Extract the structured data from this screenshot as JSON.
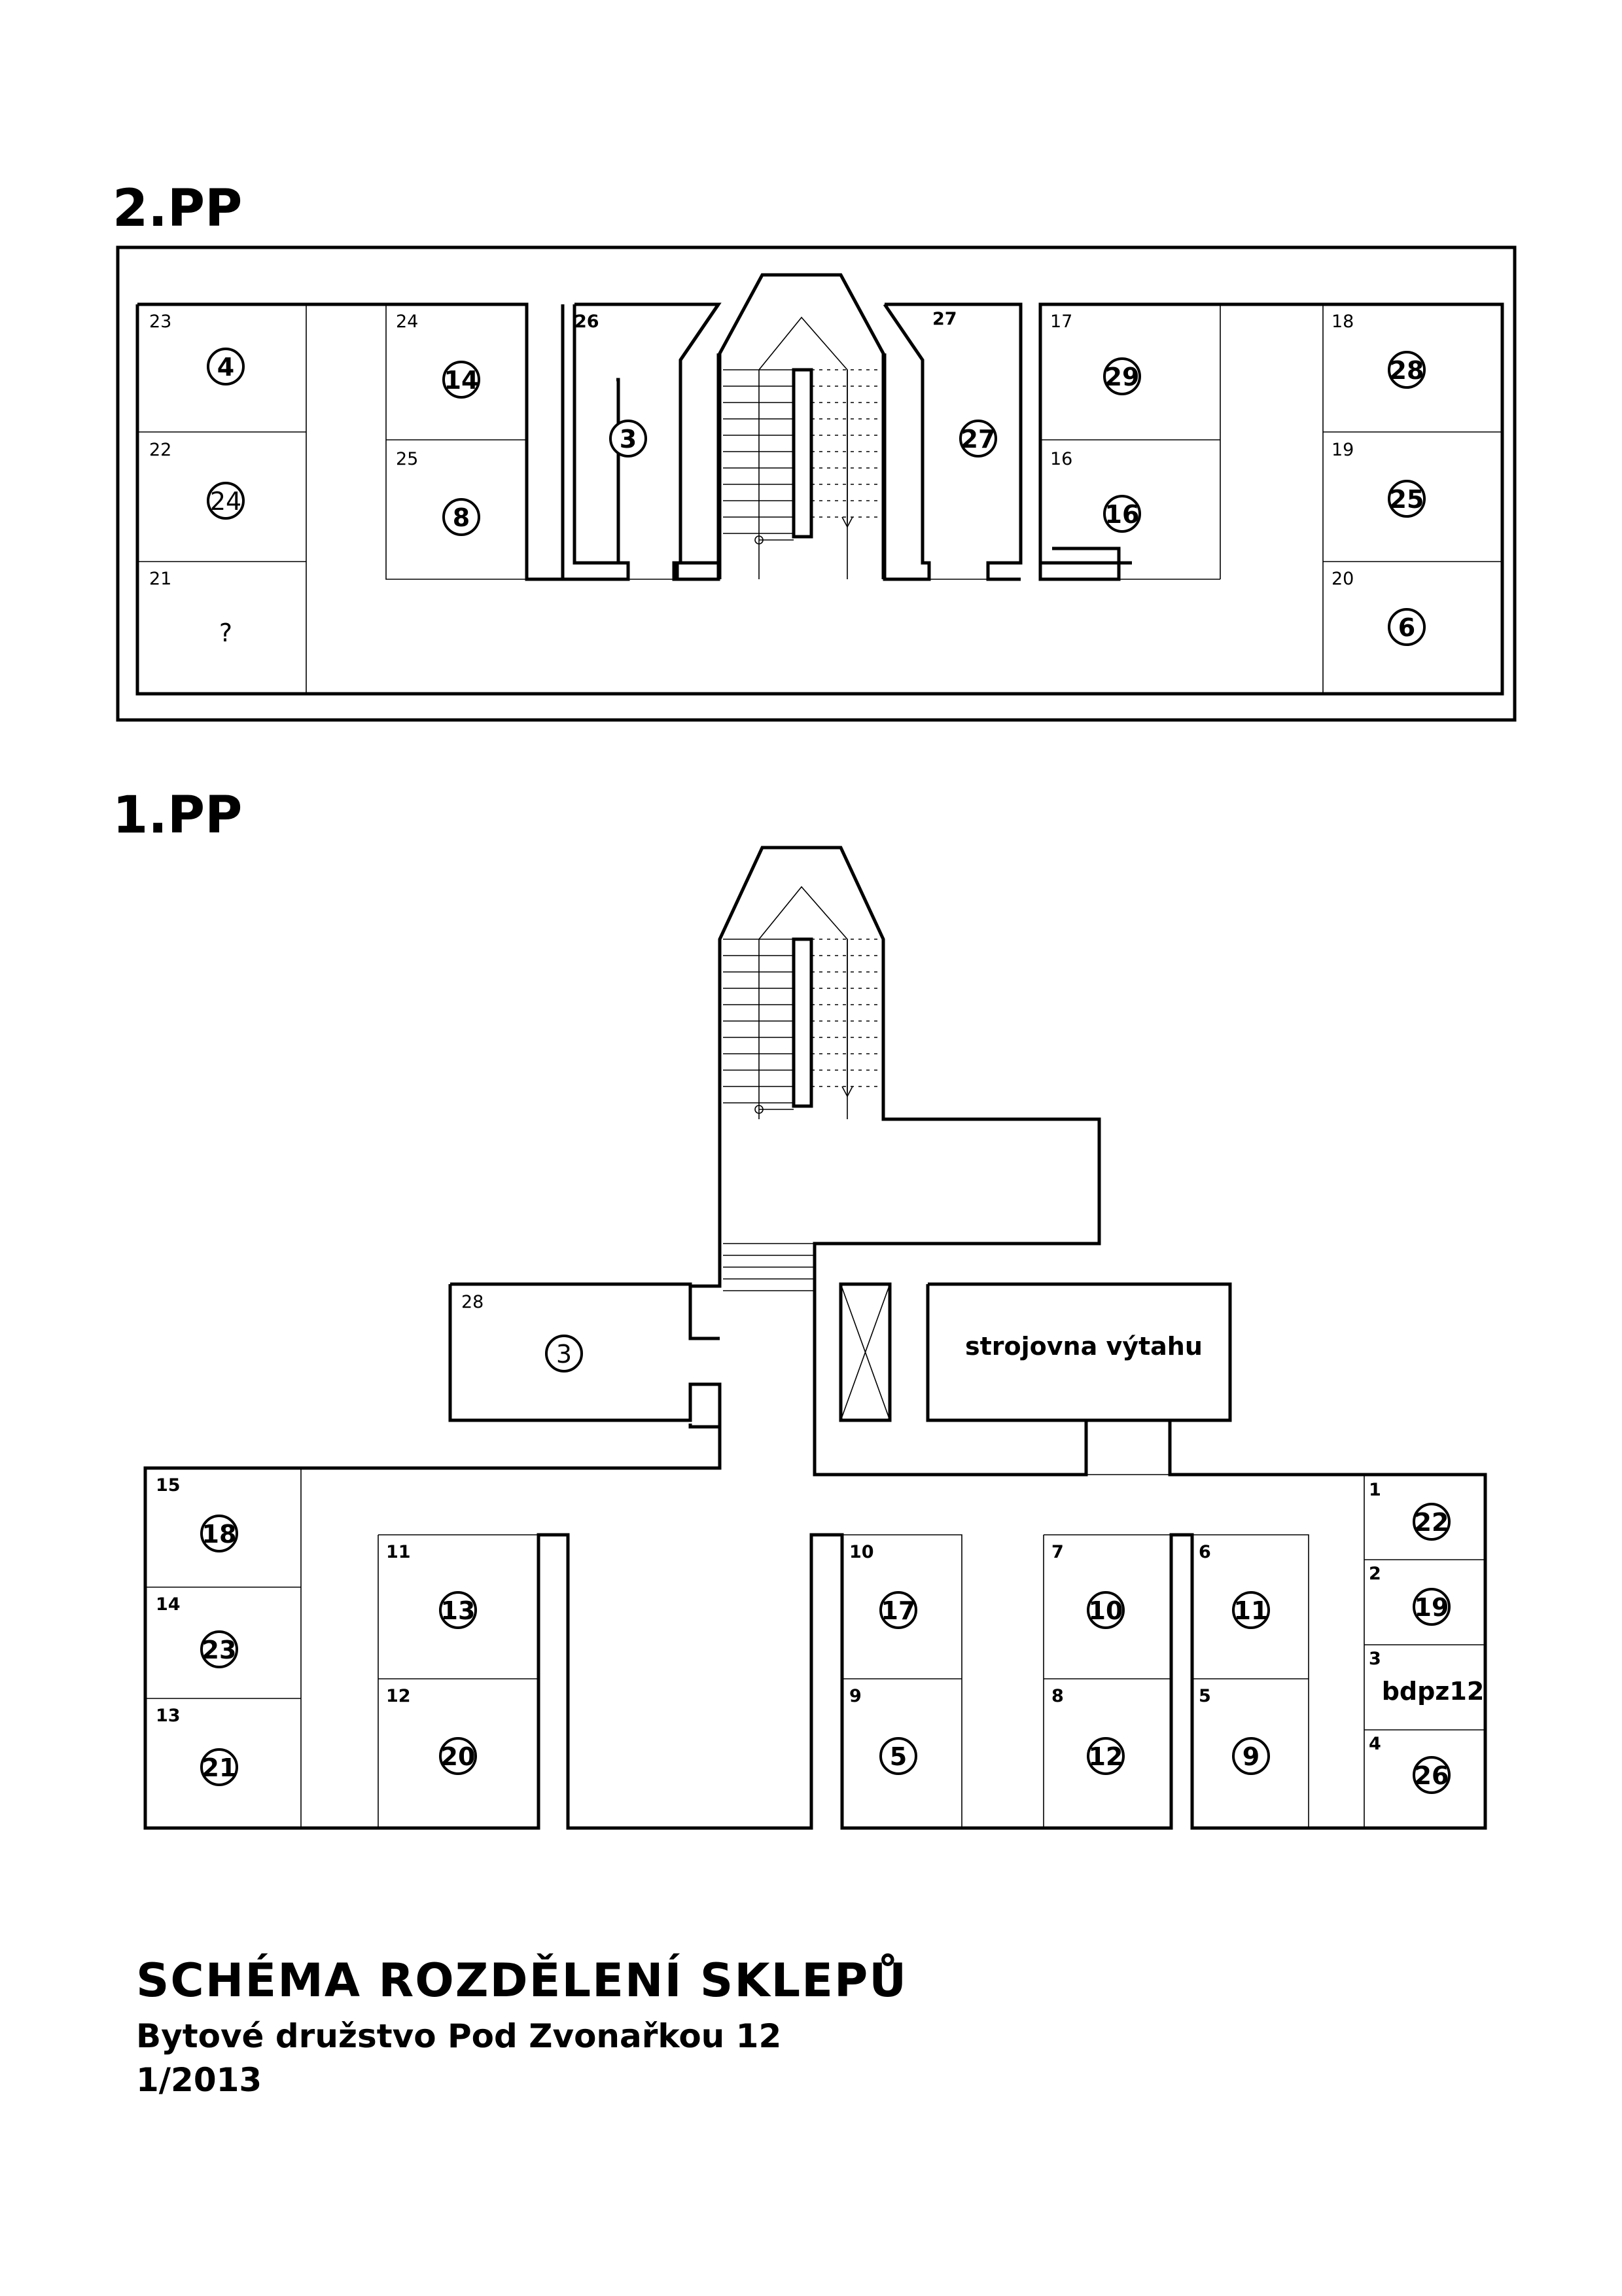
{
  "floors": [
    {
      "title": "2.PP",
      "cellars": [
        {
          "number": "23",
          "owner": "4",
          "circled": true
        },
        {
          "number": "22",
          "owner": "24",
          "circled": true
        },
        {
          "number": "21",
          "owner": "?",
          "circled": false
        },
        {
          "number": "24",
          "owner": "14",
          "circled": true
        },
        {
          "number": "25",
          "owner": "8",
          "circled": true
        },
        {
          "number": "26",
          "owner": "3",
          "circled": true
        },
        {
          "number": "27",
          "owner": "27",
          "circled": true
        },
        {
          "number": "17",
          "owner": "29",
          "circled": true
        },
        {
          "number": "16",
          "owner": "16",
          "circled": true
        },
        {
          "number": "18",
          "owner": "28",
          "circled": true
        },
        {
          "number": "19",
          "owner": "25",
          "circled": true
        },
        {
          "number": "20",
          "owner": "6",
          "circled": true
        }
      ]
    },
    {
      "title": "1.PP",
      "machine_room": "strojovna výtahu",
      "cellars": [
        {
          "number": "28",
          "owner": "3",
          "circled": true
        },
        {
          "number": "15",
          "owner": "18",
          "circled": true
        },
        {
          "number": "14",
          "owner": "23",
          "circled": true
        },
        {
          "number": "13",
          "owner": "21",
          "circled": true
        },
        {
          "number": "11",
          "owner": "13",
          "circled": true
        },
        {
          "number": "12",
          "owner": "20",
          "circled": true
        },
        {
          "number": "10",
          "owner": "17",
          "circled": true
        },
        {
          "number": "9",
          "owner": "5",
          "circled": true
        },
        {
          "number": "7",
          "owner": "10",
          "circled": true
        },
        {
          "number": "8",
          "owner": "12",
          "circled": true
        },
        {
          "number": "6",
          "owner": "11",
          "circled": true
        },
        {
          "number": "5",
          "owner": "9",
          "circled": true
        },
        {
          "number": "1",
          "owner": "22",
          "circled": true
        },
        {
          "number": "2",
          "owner": "19",
          "circled": true
        },
        {
          "number": "3",
          "owner": "bdpz12",
          "circled": false
        },
        {
          "number": "4",
          "owner": "26",
          "circled": true
        }
      ]
    }
  ],
  "footer": {
    "title": "SCHÉMA ROZDĚLENÍ SKLEPŮ",
    "subtitle": "Bytové družstvo Pod Zvonařkou 12",
    "date": "1/2013"
  }
}
